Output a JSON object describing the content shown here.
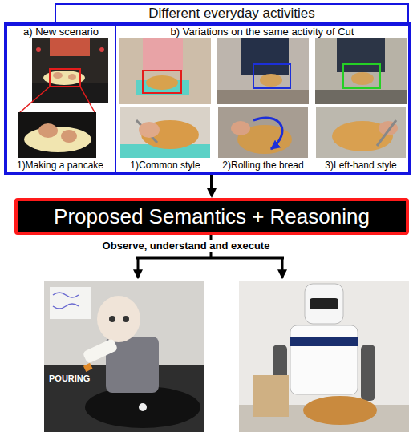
{
  "diagram": {
    "nodes": [
      {
        "text": [
          "Different everyday activities"
        ]
      },
      {
        "text": [
          "a) New scenario"
        ],
        "in": 0
      },
      {
        "text": [
          "b) Variations on the same activity of Cut"
        ],
        "in": 0
      },
      {
        "text": [
          "1)Making a pancake"
        ],
        "in": 1
      },
      {
        "text": [
          "1)Common style"
        ],
        "in": 2
      },
      {
        "text": [
          "2)Rolling the bread"
        ],
        "in": 2
      },
      {
        "text": [
          "3)Left-hand style"
        ],
        "in": 2
      },
      {
        "text": [
          "Proposed Semantics + Reasoning"
        ]
      }
    ],
    "edges": [
      {
        "from": 0,
        "to": 7,
        "arrow": "to"
      }
    ],
    "labels": [
      "Observe, understand and execute",
      "POURING"
    ]
  }
}
